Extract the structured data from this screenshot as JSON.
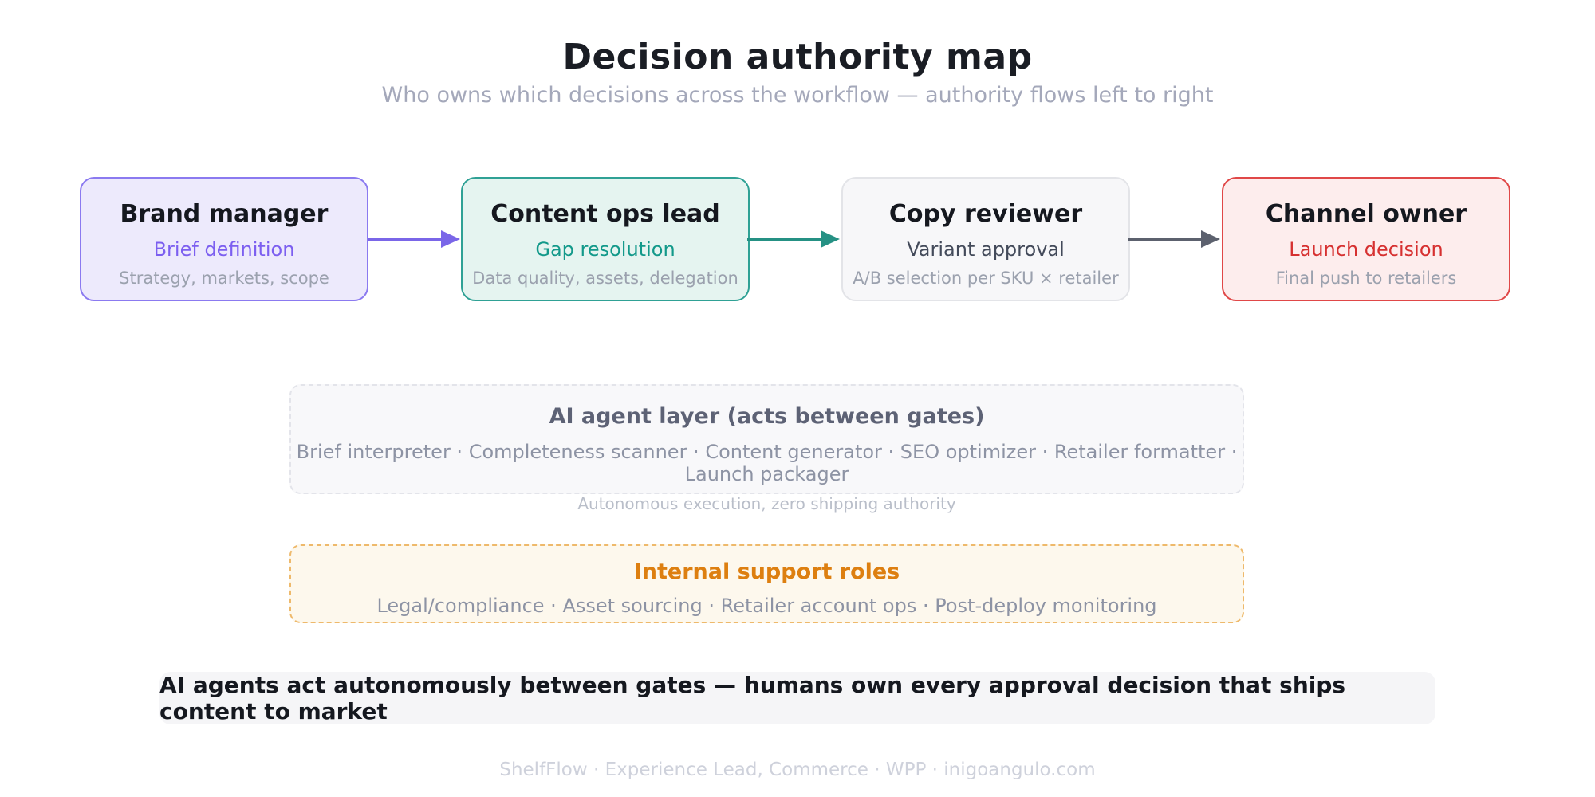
{
  "page": {
    "title": "Decision authority map",
    "subtitle": "Who owns which decisions across the workflow — authority flows left to right",
    "banner": "AI agents act autonomously between gates — humans own every approval decision that ships content to market",
    "footer": "ShelfFlow · Experience Lead, Commerce · WPP · inigoangulo.com"
  },
  "roles": [
    {
      "title": "Brand manager",
      "decision": "Brief definition",
      "detail": "Strategy, markets, scope",
      "accent": "#7c5ff0",
      "border": "#8b7af0",
      "bg": "#edeafc"
    },
    {
      "title": "Content ops lead",
      "decision": "Gap resolution",
      "detail": "Data quality, assets, delegation",
      "accent": "#12998a",
      "border": "#2fa195",
      "bg": "#e5f4f0"
    },
    {
      "title": "Copy reviewer",
      "decision": "Variant approval",
      "detail": "A/B selection per SKU × retailer",
      "accent": "#434a5a",
      "border": "#e3e4e8",
      "bg": "#f7f7f9"
    },
    {
      "title": "Channel owner",
      "decision": "Launch decision",
      "detail": "Final push to retailers",
      "accent": "#d63030",
      "border": "#e04848",
      "bg": "#fdeded"
    }
  ],
  "arrows": [
    {
      "name": "brand-to-content",
      "color": "#7a66e8"
    },
    {
      "name": "content-to-copy",
      "color": "#259184"
    },
    {
      "name": "copy-to-channel",
      "color": "#5c616e"
    }
  ],
  "ai_layer": {
    "title": "AI agent layer (acts between gates)",
    "agents": "Brief interpreter · Completeness scanner · Content generator · SEO optimizer · Retailer formatter · Launch packager",
    "note": "Autonomous execution, zero shipping authority"
  },
  "support_layer": {
    "title": "Internal support roles",
    "roles": "Legal/compliance · Asset sourcing · Retailer account ops · Post-deploy monitoring"
  }
}
